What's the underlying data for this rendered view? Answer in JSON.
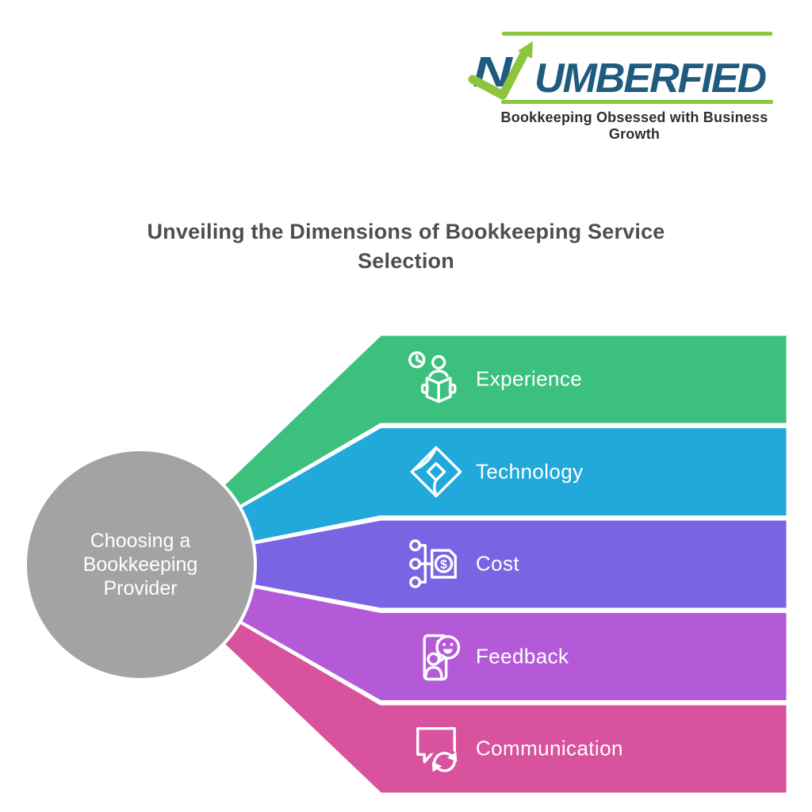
{
  "logo": {
    "mark_letter": "N",
    "wordmark_rest": "UMBERFIED",
    "tagline": "Bookkeeping Obsessed with Business Growth",
    "icon": "growth-arrow-icon",
    "colors": {
      "green": "#8CC63F",
      "blue": "#1E5B7E",
      "tagline_text": "#2F2F2F"
    }
  },
  "title": {
    "line1": "Unveiling the Dimensions of Bookkeeping Service",
    "line2": "Selection",
    "color": "#4E4E4E"
  },
  "diagram": {
    "center": {
      "line1": "Choosing a",
      "line2": "Bookkeeping",
      "line3": "Provider",
      "fill": "#A3A3A4",
      "text_color": "#FFFFFF"
    },
    "bands": [
      {
        "label": "Experience",
        "color": "#3CC07D",
        "icon": "experience-reading-clock-icon"
      },
      {
        "label": "Technology",
        "color": "#21A9DB",
        "icon": "technology-diamond-icon"
      },
      {
        "label": "Cost",
        "color": "#7B64E3",
        "icon": "cost-dollar-tag-icon"
      },
      {
        "label": "Feedback",
        "color": "#B45AD8",
        "icon": "feedback-phone-smiley-icon"
      },
      {
        "label": "Communication",
        "color": "#D8529E",
        "icon": "communication-chat-sync-icon"
      }
    ],
    "cost_dollar_symbol": "$"
  }
}
